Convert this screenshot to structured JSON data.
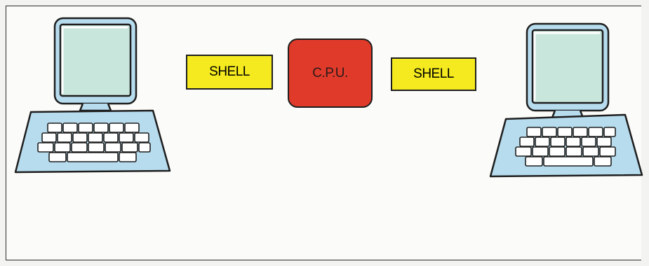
{
  "diagram": {
    "left_shell_label": "SHELL",
    "cpu_label": "C.P.U.",
    "right_shell_label": "SHELL"
  },
  "colors": {
    "shell_fill": "#f4ea1f",
    "cpu_fill": "#e03a2a",
    "screen_fill": "#c9e6dc",
    "casing_fill": "#b7dcee",
    "key_fill": "#ffffff",
    "outline": "#1e1e1e"
  }
}
